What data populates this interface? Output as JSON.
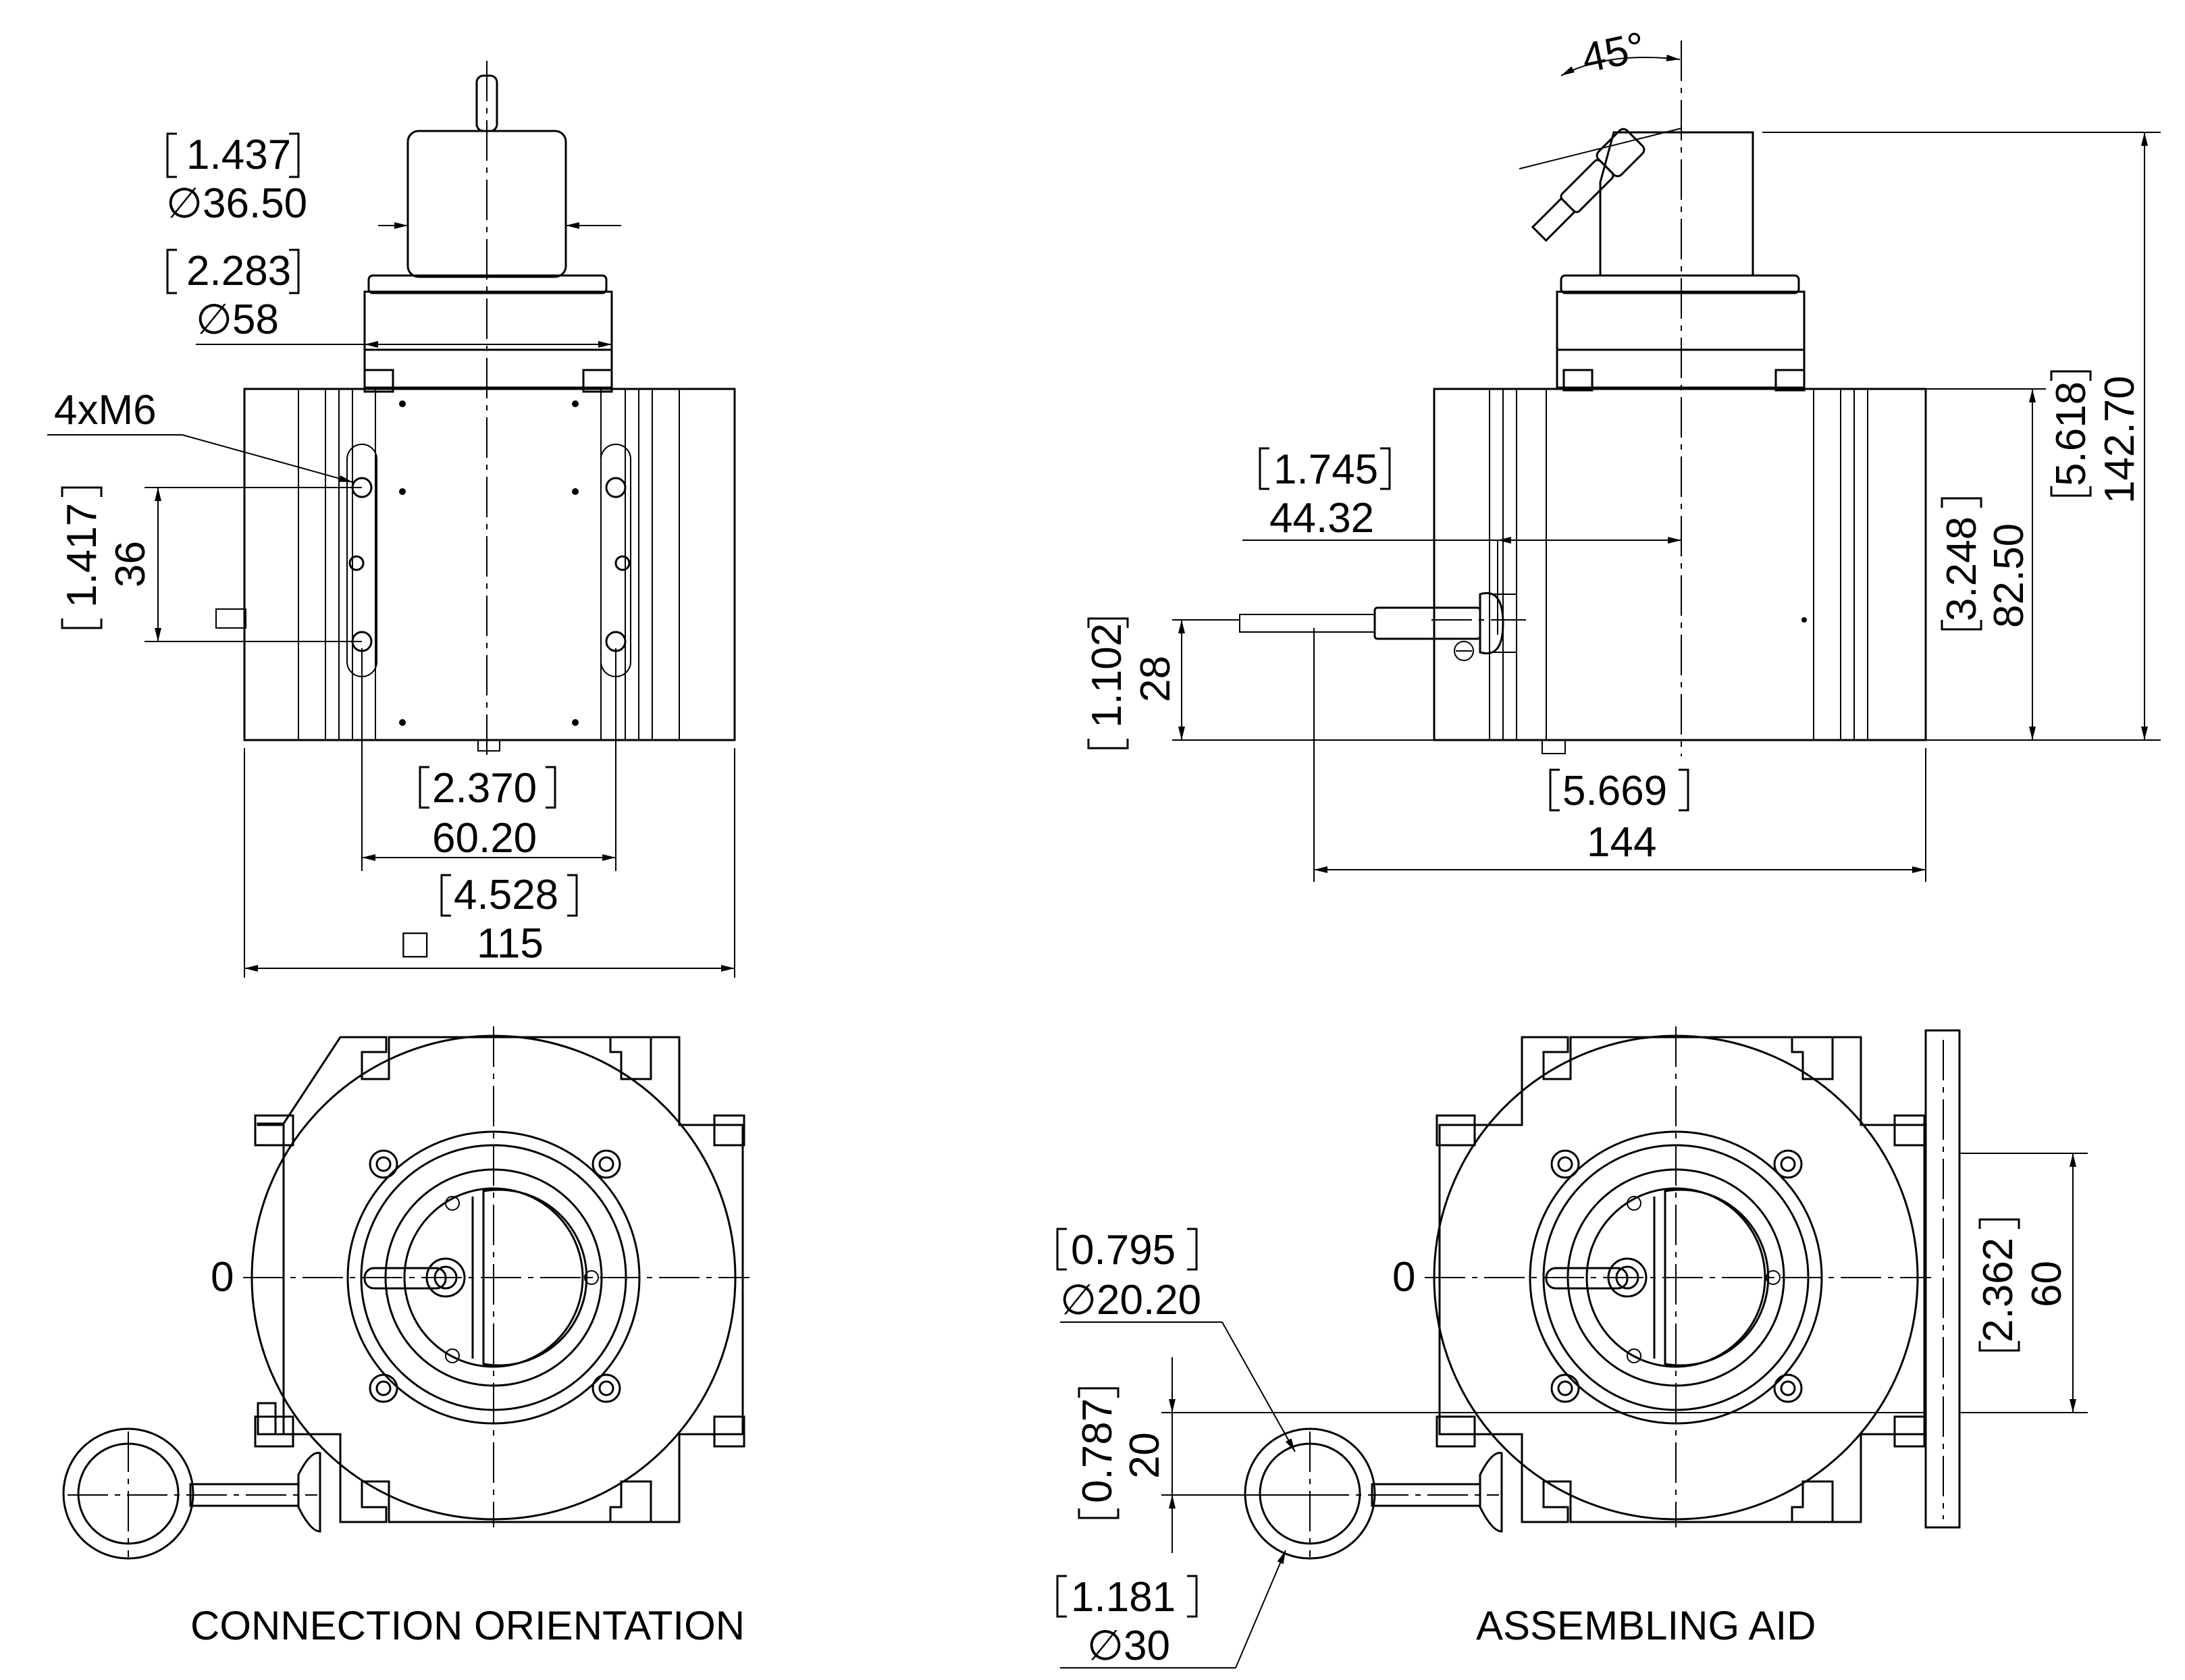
{
  "top_left": {
    "shaft_dia_in": "1.437",
    "shaft_dia_mm": "∅36.50",
    "flange_dia_in": "2.283",
    "flange_dia_mm": "∅58",
    "thread_label": "4xM6",
    "hole_spacing_v_in": "1.417",
    "hole_spacing_v_mm": "36",
    "hole_spacing_h_in": "2.370",
    "hole_spacing_h_mm": "60.20",
    "body_width_in": "4.528",
    "body_width_mm": "115",
    "square_symbol": "□"
  },
  "top_right": {
    "angle": "45°",
    "conn_offset_in": "1.745",
    "conn_offset_mm": "44.32",
    "conn_height_in": "1.102",
    "conn_height_mm": "28",
    "body_height_in": "3.248",
    "body_height_mm": "82.50",
    "mid_height_in": "5.618",
    "total_height_mm": "142.70",
    "total_length_in": "5.669",
    "total_length_mm": "144"
  },
  "bottom_left": {
    "zero_mark": "0",
    "caption": "CONNECTION ORIENTATION"
  },
  "bottom_right": {
    "zero_mark": "0",
    "ring_inner_in": "0.795",
    "ring_inner_mm": "∅20.20",
    "offset_in": "0.787",
    "offset_mm": "20",
    "ring_outer_in": "1.181",
    "ring_outer_mm": "∅30",
    "plate_spacing_in": "2.362",
    "plate_spacing_mm": "60",
    "caption": "ASSEMBLING AID"
  }
}
